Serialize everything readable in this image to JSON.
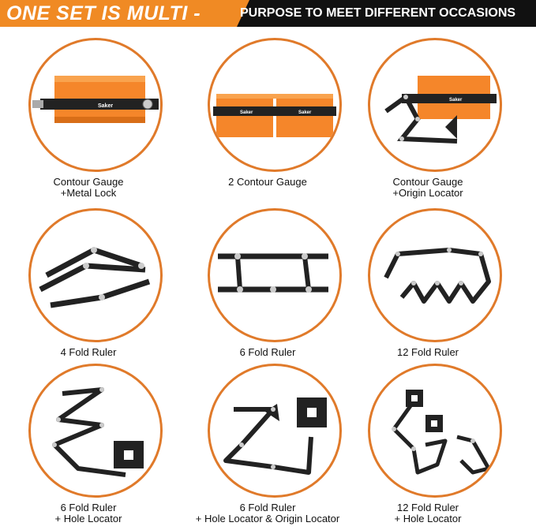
{
  "banner": {
    "title": "ONE SET IS MULTI -",
    "subtitle": "PURPOSE TO MEET DIFFERENT OCCASIONS"
  },
  "brand_label": "Saker",
  "colors": {
    "accent": "#f08a24",
    "ring": "#e07a2a",
    "dark": "#111111"
  },
  "items": [
    {
      "line1": "Contour Gauge",
      "line2": "+Metal Lock"
    },
    {
      "line1": "2 Contour Gauge",
      "line2": ""
    },
    {
      "line1": "Contour Gauge",
      "line2": "+Origin Locator"
    },
    {
      "line1": "4 Fold Ruler",
      "line2": ""
    },
    {
      "line1": "6 Fold Ruler",
      "line2": ""
    },
    {
      "line1": "12 Fold Ruler",
      "line2": ""
    },
    {
      "line1": "6 Fold Ruler",
      "line2": "+ Hole Locator"
    },
    {
      "line1": "6 Fold Ruler",
      "line2": "+ Hole Locator & Origin Locator"
    },
    {
      "line1": "12 Fold Ruler",
      "line2": "+ Hole Locator"
    }
  ]
}
